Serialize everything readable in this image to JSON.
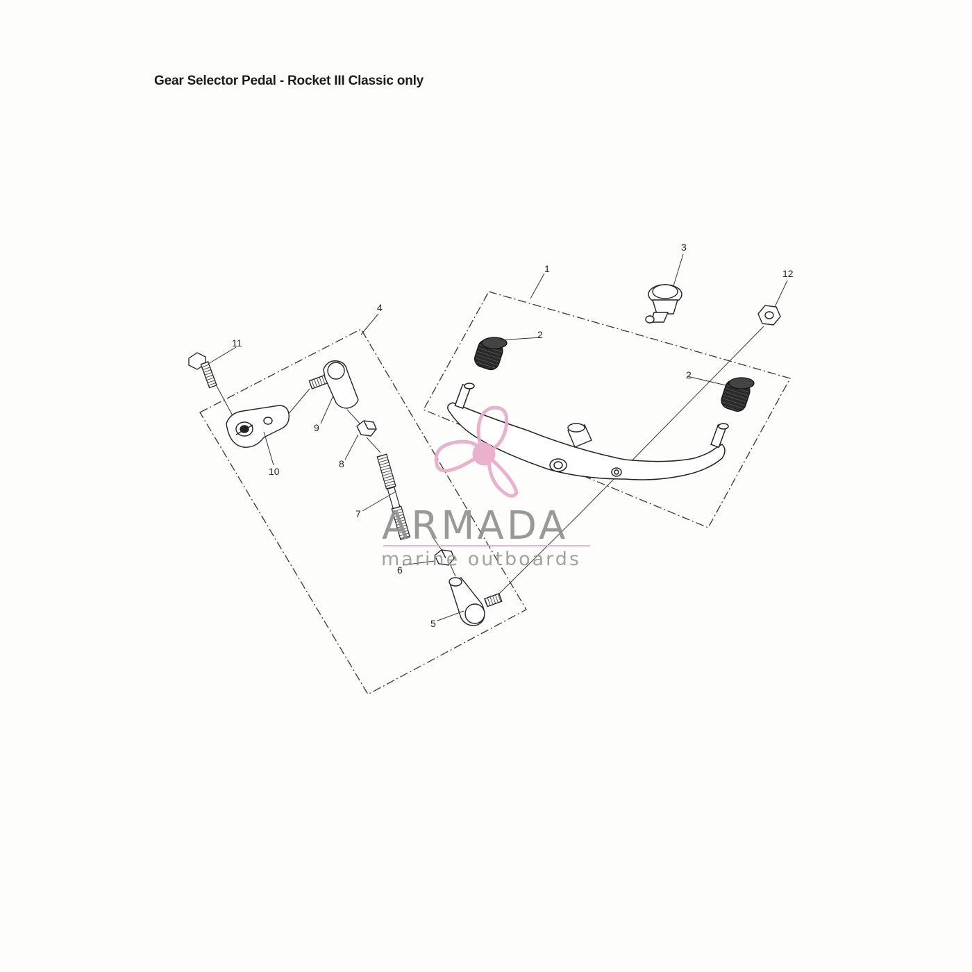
{
  "title": "Gear Selector Pedal - Rocket III Classic only",
  "watermark": {
    "brand": "ARMADA",
    "tagline": "marine outboards",
    "accent_color": "#e8a9c8",
    "text_color": "#8f8f8f"
  },
  "callouts": [
    "1",
    "2",
    "2",
    "3",
    "4",
    "5",
    "6",
    "7",
    "8",
    "9",
    "10",
    "11",
    "12"
  ]
}
